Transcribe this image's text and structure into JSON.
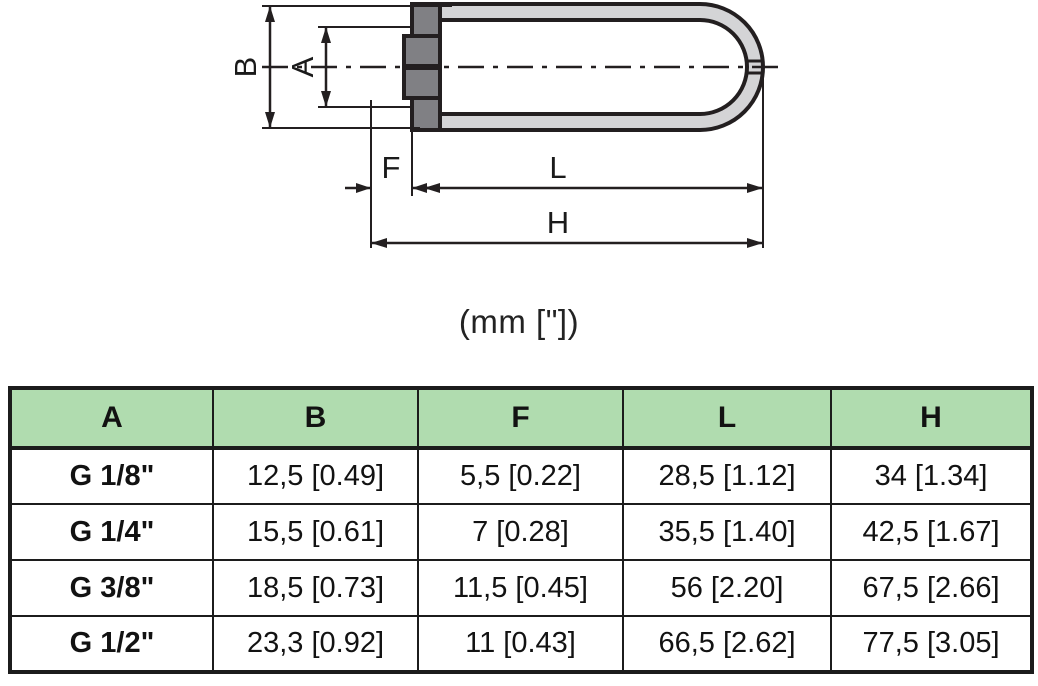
{
  "drawing": {
    "title": "threaded-cap-cross-section",
    "dimension_labels": {
      "A": "A",
      "B": "B",
      "F": "F",
      "L": "L",
      "H": "H"
    },
    "colors": {
      "thread_gray": "#808084",
      "body_gray": "#d4d4d6",
      "outline": "#231f20",
      "background": "#ffffff"
    }
  },
  "units_caption": "(mm [\"])",
  "table": {
    "headers": [
      "A",
      "B",
      "F",
      "L",
      "H"
    ],
    "rows": [
      {
        "A": "G 1/8\"",
        "B": "12,5 [0.49]",
        "F": "5,5 [0.22]",
        "L": "28,5 [1.12]",
        "H": "34 [1.34]"
      },
      {
        "A": "G 1/4\"",
        "B": "15,5 [0.61]",
        "F": "7 [0.28]",
        "L": "35,5 [1.40]",
        "H": "42,5 [1.67]"
      },
      {
        "A": "G 3/8\"",
        "B": "18,5 [0.73]",
        "F": "11,5 [0.45]",
        "L": "56 [2.20]",
        "H": "67,5 [2.66]"
      },
      {
        "A": "G 1/2\"",
        "B": "23,3 [0.92]",
        "F": "11 [0.43]",
        "L": "66,5 [2.62]",
        "H": "77,5 [3.05]"
      }
    ],
    "header_color": "#b0dcaf"
  }
}
